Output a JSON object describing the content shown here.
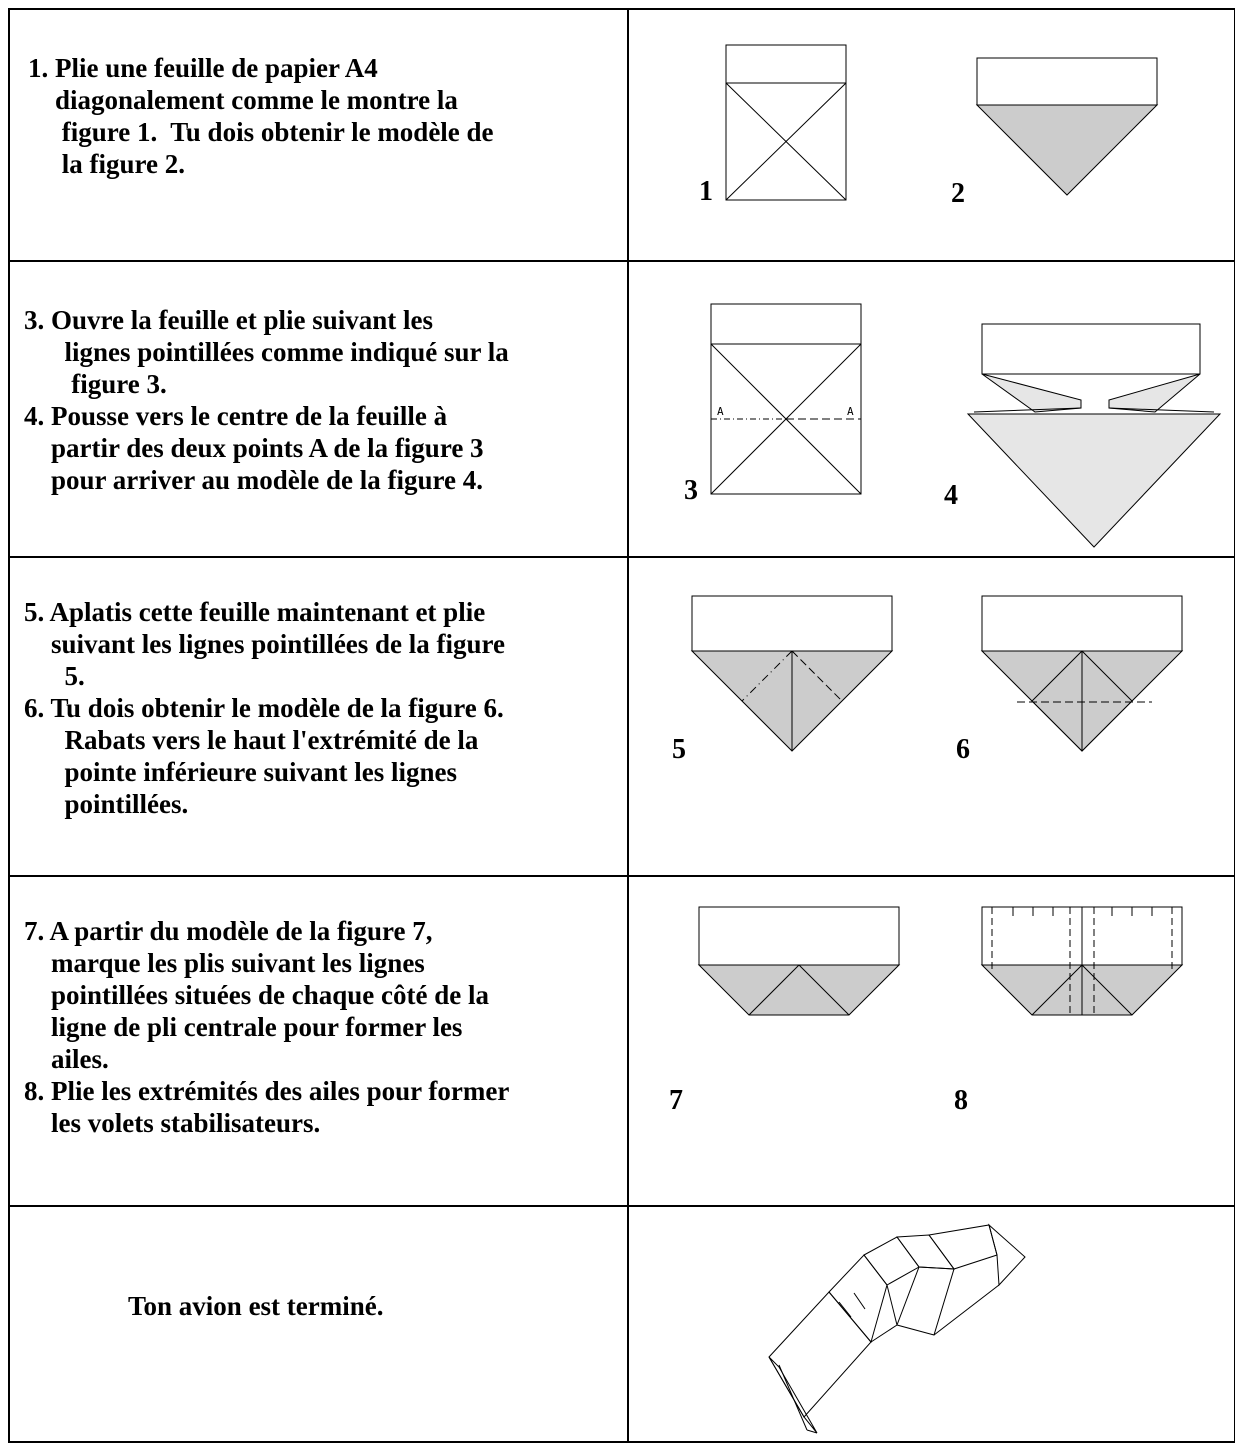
{
  "steps": [
    {
      "lines": [
        "1. Plie une feuille de papier A4",
        "    diagonalement comme le montre la",
        "     figure 1.  Tu dois obtenir le modèle de",
        "     la figure 2."
      ],
      "figure_labels": [
        "1",
        "2"
      ]
    },
    {
      "lines": [
        "3. Ouvre la feuille et plie suivant les",
        "      lignes pointillées comme indiqué sur la",
        "       figure 3.",
        "4. Pousse vers le centre de la feuille à",
        "    partir des deux points A de la figure 3",
        "    pour arriver au modèle de la figure 4."
      ],
      "figure_labels": [
        "3",
        "4"
      ],
      "point_labels": [
        "A",
        "A"
      ]
    },
    {
      "lines": [
        "5. Aplatis cette feuille maintenant et plie",
        "    suivant les lignes pointillées de la figure",
        "      5.",
        "6. Tu dois obtenir le modèle de la figure 6.",
        "      Rabats vers le haut l'extrémité de la",
        "      pointe inférieure suivant les lignes",
        "      pointillées."
      ],
      "figure_labels": [
        "5",
        "6"
      ]
    },
    {
      "lines": [
        "7. A partir du modèle de la figure 7,",
        "    marque les plis suivant les lignes",
        "    pointillées situées de chaque côté de la",
        "    ligne de pli centrale pour former les",
        "    ailes.",
        "8. Plie les extrémités des ailes pour former",
        "    les volets stabilisateurs."
      ],
      "figure_labels": [
        "7",
        "8"
      ]
    },
    {
      "lines": [
        "Ton avion est terminé."
      ],
      "figure_labels": []
    }
  ],
  "colors": {
    "fold_gray": "#cccccc",
    "light_gray": "#e6e6e6",
    "line": "#000000"
  }
}
